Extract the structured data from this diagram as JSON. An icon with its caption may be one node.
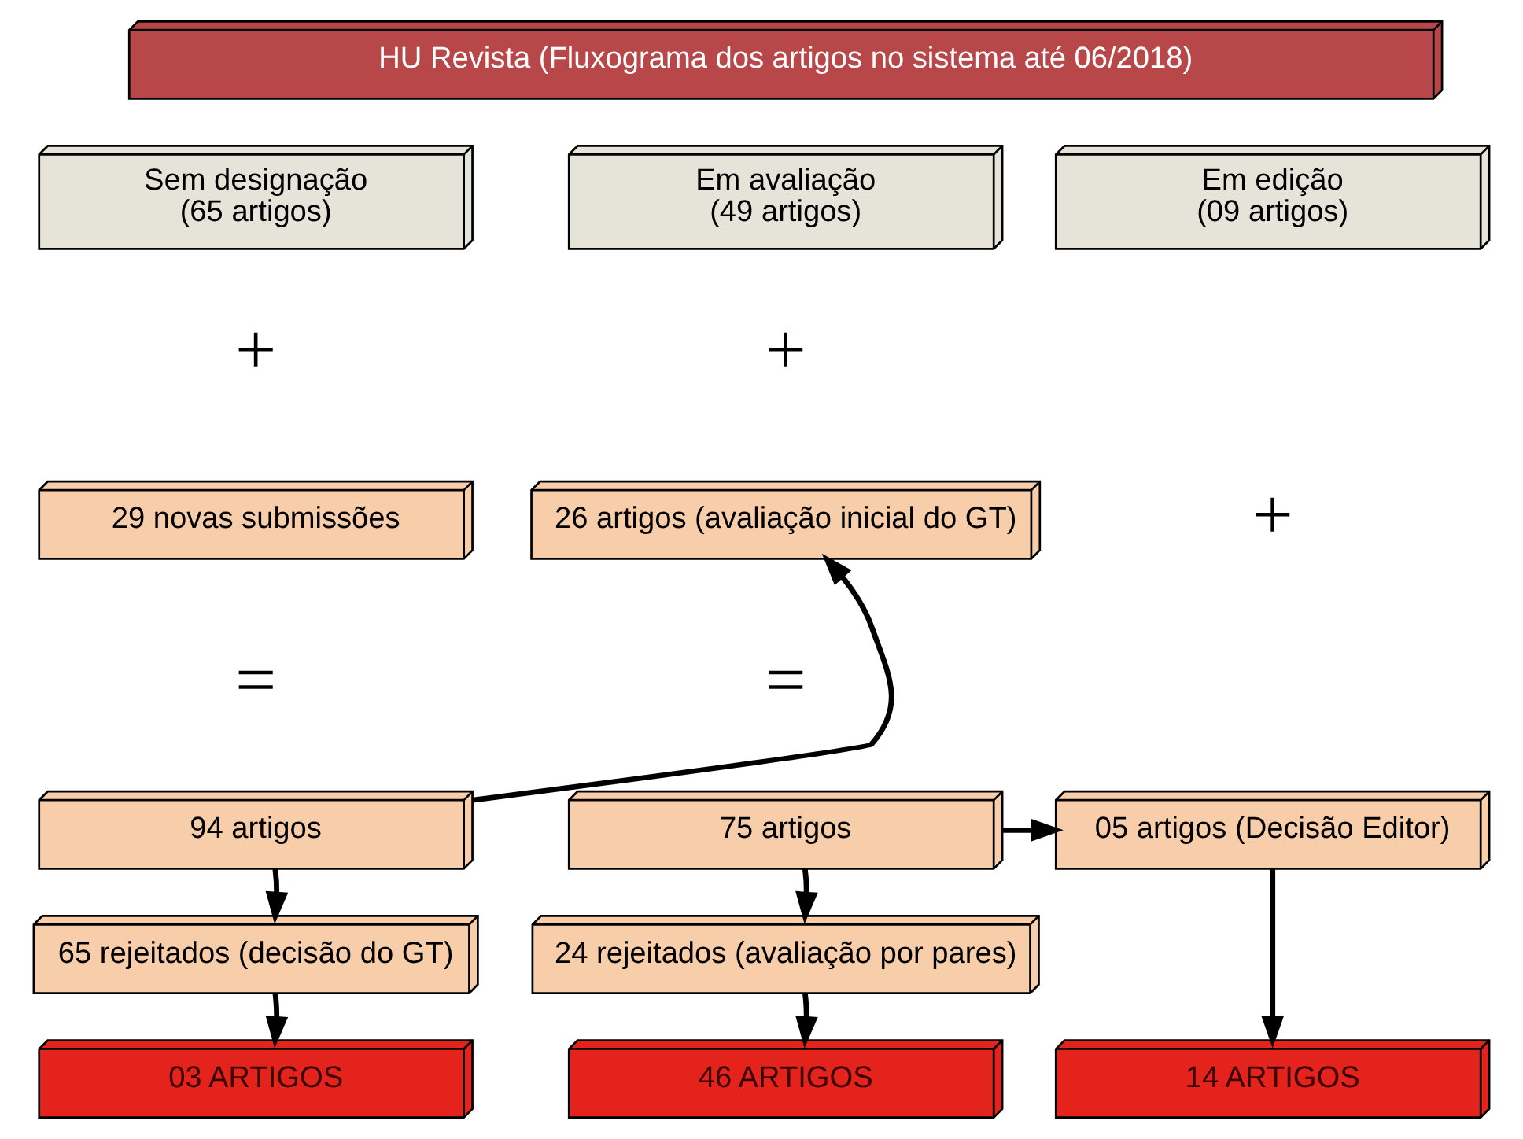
{
  "diagram": {
    "nodes": [
      {
        "text": [
          "HU Revista (Fluxograma dos artigos no sistema até 06/2018)"
        ]
      },
      {
        "text": [
          "Sem designação",
          "(65 artigos)"
        ]
      },
      {
        "text": [
          "Em avaliação",
          "(49 artigos)"
        ]
      },
      {
        "text": [
          "Em edição",
          "(09 artigos)"
        ]
      },
      {
        "text": [
          "29 novas submissões"
        ]
      },
      {
        "text": [
          "26 artigos (avaliação inicial do GT)"
        ]
      },
      {
        "text": [
          "94 artigos"
        ]
      },
      {
        "text": [
          "75 artigos"
        ]
      },
      {
        "text": [
          "05 artigos (Decisão Editor)"
        ]
      },
      {
        "text": [
          "65 rejeitados (decisão do GT)"
        ]
      },
      {
        "text": [
          "24 rejeitados (avaliação por pares)"
        ]
      },
      {
        "text": [
          "03 ARTIGOS"
        ]
      },
      {
        "text": [
          "46 ARTIGOS"
        ]
      },
      {
        "text": [
          "14 ARTIGOS"
        ]
      }
    ],
    "edges": [
      {
        "from": 6,
        "to": 5,
        "arrow": "to"
      },
      {
        "from": 7,
        "to": 8,
        "arrow": "to"
      },
      {
        "from": 6,
        "to": 9,
        "arrow": "to"
      },
      {
        "from": 7,
        "to": 10,
        "arrow": "to"
      },
      {
        "from": 8,
        "to": 13,
        "arrow": "to"
      },
      {
        "from": 9,
        "to": 11,
        "arrow": "to"
      },
      {
        "from": 10,
        "to": 12,
        "arrow": "to"
      }
    ],
    "labels": [
      "+",
      "+",
      "+",
      "=",
      "="
    ]
  }
}
